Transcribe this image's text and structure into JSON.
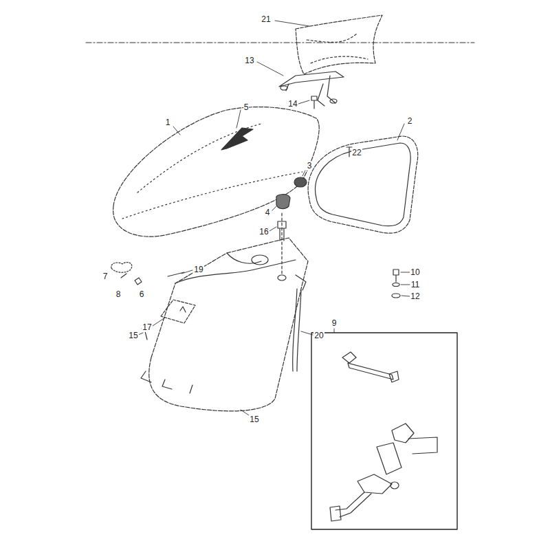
{
  "diagram": {
    "labels": [
      "21",
      "13",
      "22",
      "14",
      "1",
      "5",
      "2",
      "3",
      "4",
      "16",
      "19",
      "7",
      "8",
      "6",
      "17",
      "10",
      "11",
      "12",
      "9",
      "15",
      "20",
      "15"
    ]
  }
}
